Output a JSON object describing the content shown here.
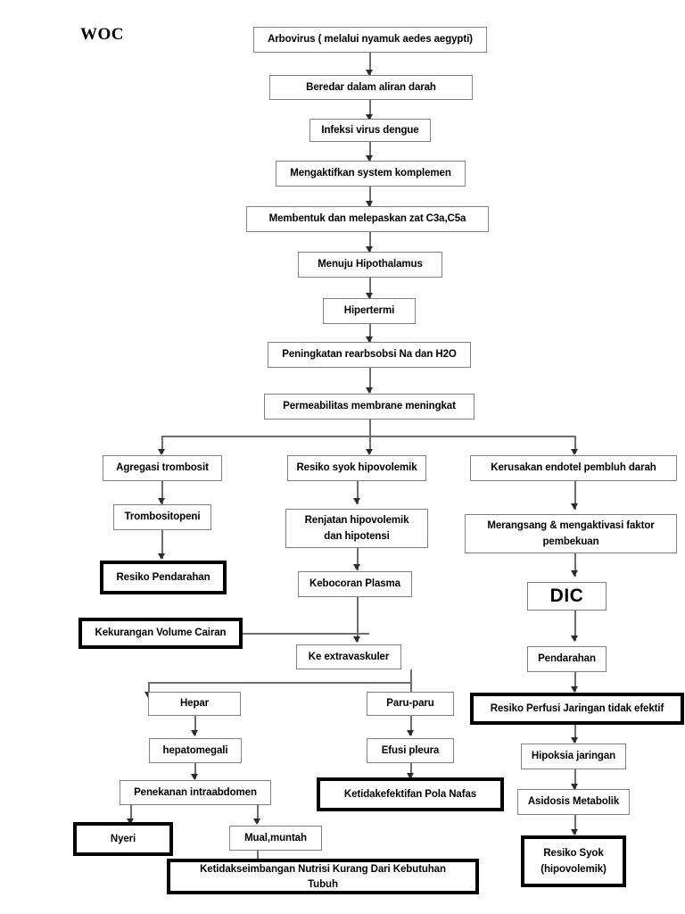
{
  "diagram": {
    "title": "WOC",
    "type": "flowchart",
    "description": "Web of Causation - Dengue Hemorrhagic Fever pathophysiology flowchart",
    "accent_border_color": "#000000",
    "normal_border_color": "#7f7f7f",
    "nodes": [
      {
        "id": "arbovirus",
        "label": "Arbovirus ( melalui nyamuk aedes aegypti)",
        "style": "thin"
      },
      {
        "id": "beredar",
        "label": "Beredar dalam aliran darah",
        "style": "thin"
      },
      {
        "id": "infeksi",
        "label": "Infeksi virus dengue",
        "style": "thin"
      },
      {
        "id": "komplemen",
        "label": "Mengaktifkan system komplemen",
        "style": "thin"
      },
      {
        "id": "c3a",
        "label": "Membentuk dan melepaskan zat C3a,C5a",
        "style": "thin"
      },
      {
        "id": "hipothalamus",
        "label": "Menuju Hipothalamus",
        "style": "thin"
      },
      {
        "id": "hipertermi",
        "label": "Hipertermi",
        "style": "thin"
      },
      {
        "id": "rearbsobsi",
        "label": "Peningkatan rearbsobsi Na dan H2O",
        "style": "thin"
      },
      {
        "id": "permeabilitas",
        "label": "Permeabilitas membrane meningkat",
        "style": "thin"
      },
      {
        "id": "agregasi",
        "label": "Agregasi trombosit",
        "style": "thin"
      },
      {
        "id": "trombositopeni",
        "label": "Trombositopeni",
        "style": "thin"
      },
      {
        "id": "resiko-pendarahan",
        "label": "Resiko Pendarahan",
        "style": "bold"
      },
      {
        "id": "kekurangan-cairan",
        "label": "Kekurangan Volume Cairan",
        "style": "bold"
      },
      {
        "id": "syok-hipovolemik",
        "label": "Resiko syok hipovolemik",
        "style": "thin"
      },
      {
        "id": "renjatan",
        "label_line1": "Renjatan hipovolemik",
        "label_line2": "dan hipotensi",
        "style": "thin"
      },
      {
        "id": "kebocoran",
        "label": "Kebocoran Plasma",
        "style": "thin"
      },
      {
        "id": "extravaskuler",
        "label": "Ke extravaskuler",
        "style": "thin"
      },
      {
        "id": "kerusakan-endotel",
        "label": "Kerusakan endotel pembluh darah",
        "style": "thin"
      },
      {
        "id": "merangsang",
        "label_line1": "Merangsang & mengaktivasi faktor",
        "label_line2": "pembekuan",
        "style": "thin"
      },
      {
        "id": "dic",
        "label": "DIC",
        "style": "thin-big"
      },
      {
        "id": "pendarahan",
        "label": "Pendarahan",
        "style": "thin"
      },
      {
        "id": "perfusi",
        "label": "Resiko Perfusi Jaringan tidak efektif",
        "style": "bold"
      },
      {
        "id": "hipoksia",
        "label": "Hipoksia jaringan",
        "style": "thin"
      },
      {
        "id": "asidosis",
        "label": "Asidosis Metabolik",
        "style": "thin"
      },
      {
        "id": "resiko-syok",
        "label_line1": "Resiko Syok",
        "label_line2": "(hipovolemik)",
        "style": "bold"
      },
      {
        "id": "hepar",
        "label": "Hepar",
        "style": "thin"
      },
      {
        "id": "hepatomegali",
        "label": "hepatomegali",
        "style": "thin"
      },
      {
        "id": "penekanan",
        "label": "Penekanan intraabdomen",
        "style": "thin"
      },
      {
        "id": "nyeri",
        "label": "Nyeri",
        "style": "bold"
      },
      {
        "id": "mual",
        "label": "Mual,muntah",
        "style": "thin"
      },
      {
        "id": "nutrisi",
        "label_line1": "Ketidakseimbangan Nutrisi Kurang Dari Kebutuhan",
        "label_line2": "Tubuh",
        "style": "bold"
      },
      {
        "id": "paru",
        "label": "Paru-paru",
        "style": "thin"
      },
      {
        "id": "efusi",
        "label": "Efusi pleura",
        "style": "thin"
      },
      {
        "id": "pola-nafas",
        "label": "Ketidakefektifan Pola Nafas",
        "style": "bold"
      }
    ]
  }
}
